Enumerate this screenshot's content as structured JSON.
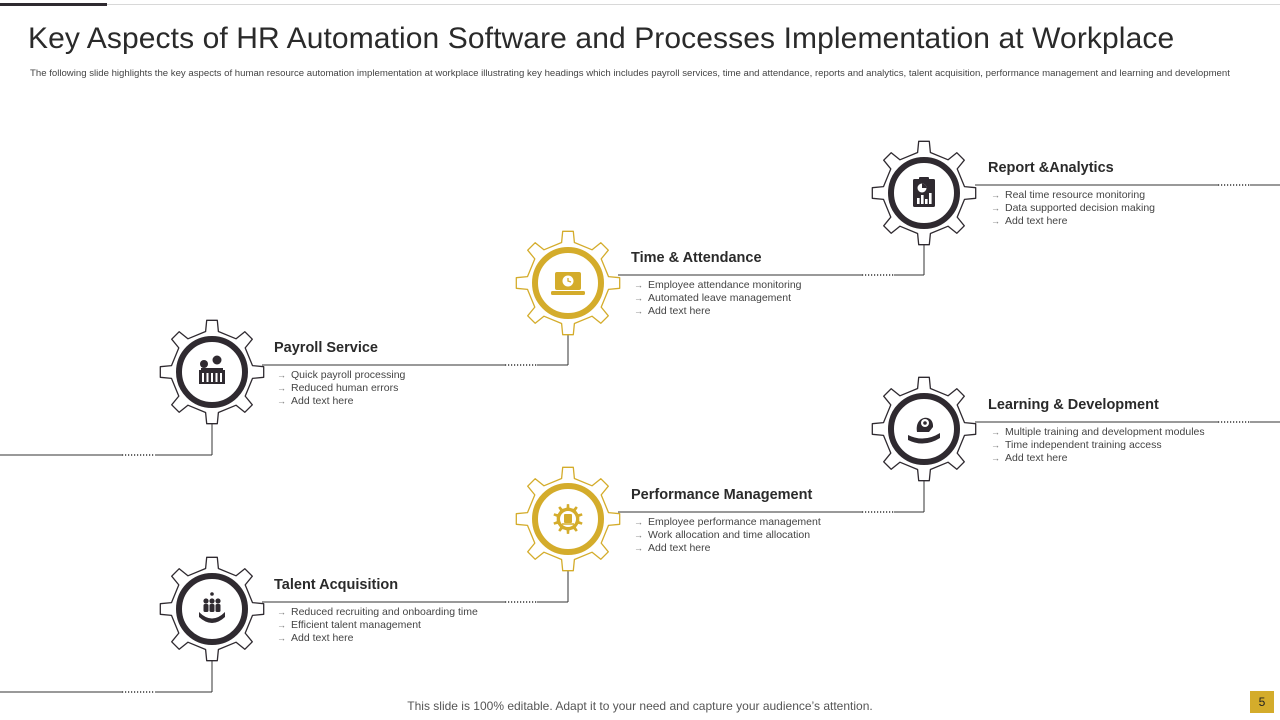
{
  "slide": {
    "title": "Key Aspects of HR Automation Software and Processes Implementation at Workplace",
    "subtitle": "The following slide highlights the key aspects of human resource automation implementation  at workplace illustrating key headings which includes payroll services, time and attendance, reports and analytics, talent acquisition, performance management and learning and development",
    "footer": "This slide is 100% editable. Adapt it to your need and capture your audience’s attention.",
    "page_number": "5"
  },
  "colors": {
    "dark": "#2f2a30",
    "gold": "#d4ac2b",
    "line": "#333333"
  },
  "aspects": [
    {
      "title": "Payroll Service",
      "icon": "payroll-icon",
      "color": "dark",
      "points": [
        "Quick payroll processing",
        "Reduced human errors",
        "Add text here"
      ]
    },
    {
      "title": "Time & Attendance",
      "icon": "attendance-laptop-icon",
      "color": "gold",
      "points": [
        "Employee  attendance monitoring",
        "Automated leave management",
        "Add text here"
      ]
    },
    {
      "title": "Report &Analytics",
      "icon": "report-chart-icon",
      "color": "dark",
      "points": [
        "Real time resource monitoring",
        "Data supported decision making",
        "Add text here"
      ]
    },
    {
      "title": "Talent Acquisition",
      "icon": "talent-hand-icon",
      "color": "dark",
      "points": [
        "Reduced recruiting and onboarding time",
        "Efficient talent management",
        "Add text here"
      ]
    },
    {
      "title": "Performance Management",
      "icon": "performance-gear-icon",
      "color": "gold",
      "points": [
        "Employee  performance management",
        "Work allocation and time allocation",
        "Add text here"
      ]
    },
    {
      "title": "Learning & Development",
      "icon": "learning-head-icon",
      "color": "dark",
      "points": [
        "Multiple  training and development modules",
        "Time  independent training access",
        "Add text here"
      ]
    }
  ]
}
